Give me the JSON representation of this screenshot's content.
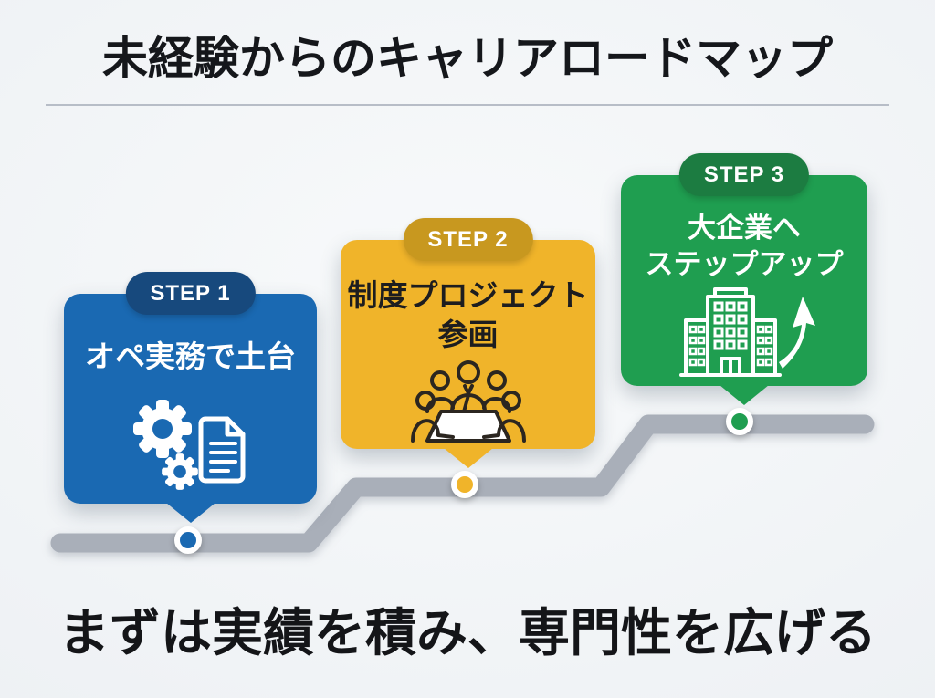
{
  "header": {
    "title": "未経験からのキャリアロードマップ"
  },
  "footer": {
    "caption": "まずは実績を積み、専門性を広げる"
  },
  "road": {
    "color": "#a9afb9"
  },
  "steps": [
    {
      "badge": "STEP 1",
      "line1": "オペ実務で土台",
      "line2": "",
      "icon": "gears-document-icon",
      "box_color": "#1a69b2",
      "badge_color": "#17497d",
      "text_color": "#ffffff"
    },
    {
      "badge": "STEP 2",
      "line1": "制度プロジェクト",
      "line2": "参画",
      "icon": "meeting-icon",
      "box_color": "#f0b42a",
      "badge_color": "#c8981f",
      "text_color": "#1d1d1f"
    },
    {
      "badge": "STEP 3",
      "line1": "大企業へ",
      "line2": "ステップアップ",
      "icon": "building-step-up-icon",
      "box_color": "#1f9e50",
      "badge_color": "#1c7c41",
      "text_color": "#ffffff"
    }
  ]
}
